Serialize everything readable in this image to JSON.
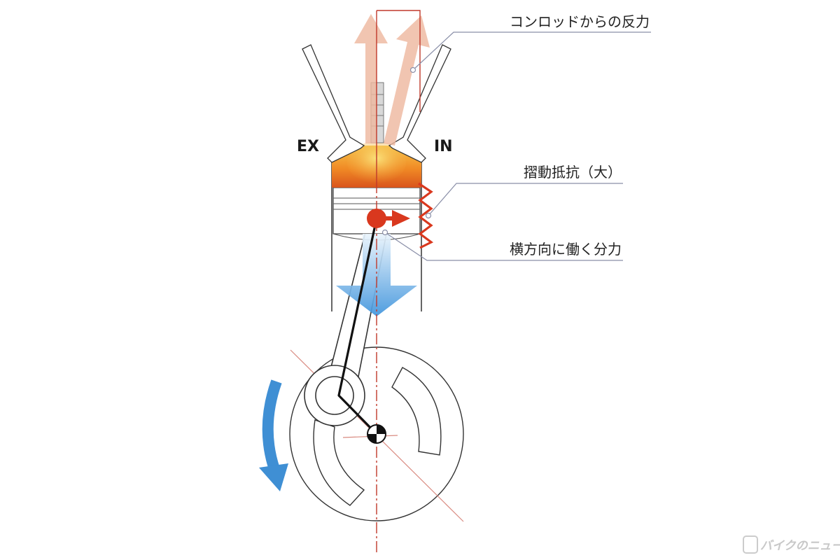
{
  "labels": {
    "conrod_reaction": "コンロッドからの反力",
    "sliding_resistance": "摺動抵抗（大）",
    "lateral_component": "横方向に働く分力",
    "exhaust": "EX",
    "intake": "IN"
  },
  "watermark": {
    "text": "バイクのニュース"
  },
  "colors": {
    "reaction_arrow": "#efb9a0",
    "load_arrow": "#5aa6e0",
    "rotation_arrow": "#3f8fd4",
    "force_red": "#d9381e",
    "leader_line": "#8a8fa8",
    "outline": "#333333",
    "centerline": "#c0392b"
  }
}
